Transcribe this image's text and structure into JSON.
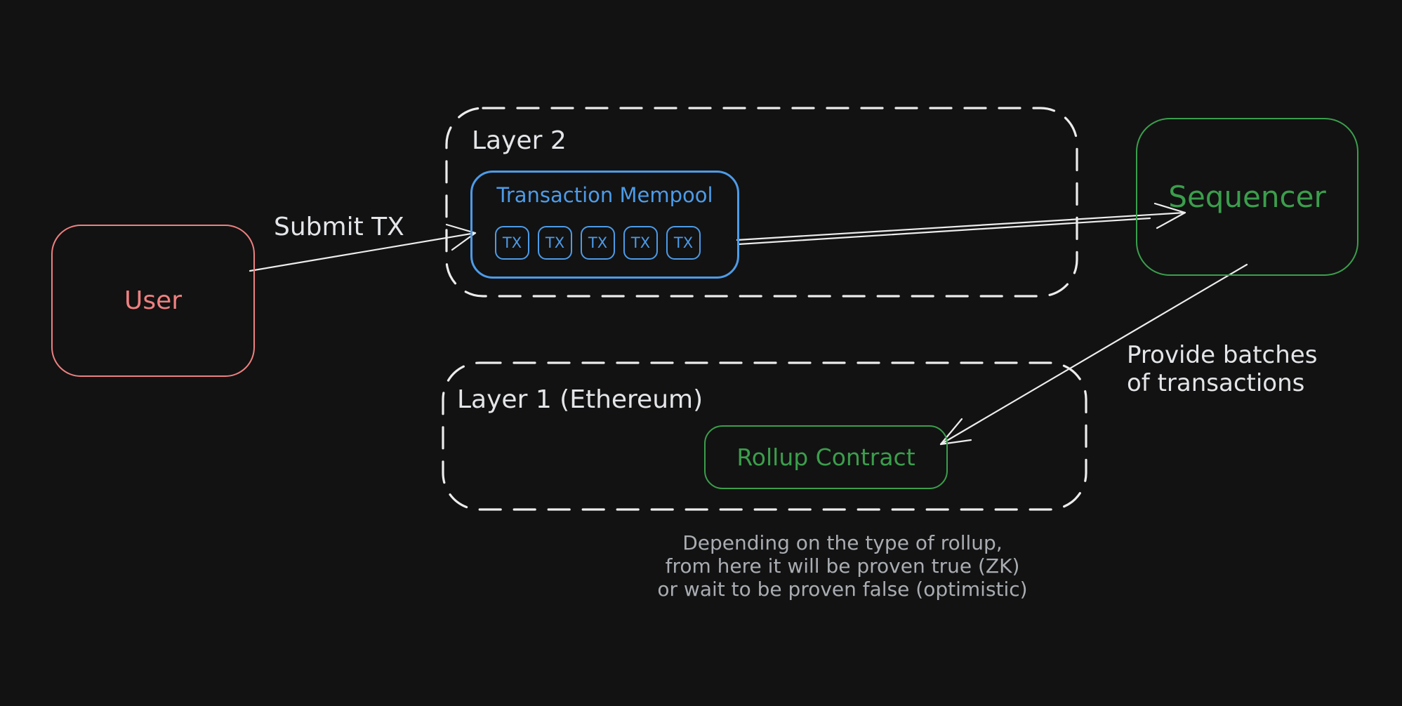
{
  "colors": {
    "background": "#121212",
    "stroke-white": "#ececec",
    "text-white": "#e3e5e8",
    "muted-gray": "#a9adb2",
    "red": "#ef8080",
    "blue": "#4d9be8",
    "green": "#3b9e4c"
  },
  "diagram": {
    "user_box": {
      "label": "User"
    },
    "arrows": {
      "submit_tx": {
        "label": "Submit TX"
      },
      "provide_batches": {
        "lines": [
          "Provide batches",
          "of transactions"
        ]
      }
    },
    "layer2": {
      "label": "Layer 2",
      "mempool": {
        "title": "Transaction Mempool",
        "tx_items": [
          "TX",
          "TX",
          "TX",
          "TX",
          "TX"
        ]
      }
    },
    "sequencer_box": {
      "label": "Sequencer"
    },
    "layer1": {
      "label": "Layer 1 (Ethereum)",
      "rollup_contract": {
        "label": "Rollup Contract"
      }
    },
    "caption": {
      "lines": [
        "Depending on the type of rollup,",
        "from here it will be proven true (ZK)",
        "or wait to be proven false (optimistic)"
      ]
    }
  }
}
